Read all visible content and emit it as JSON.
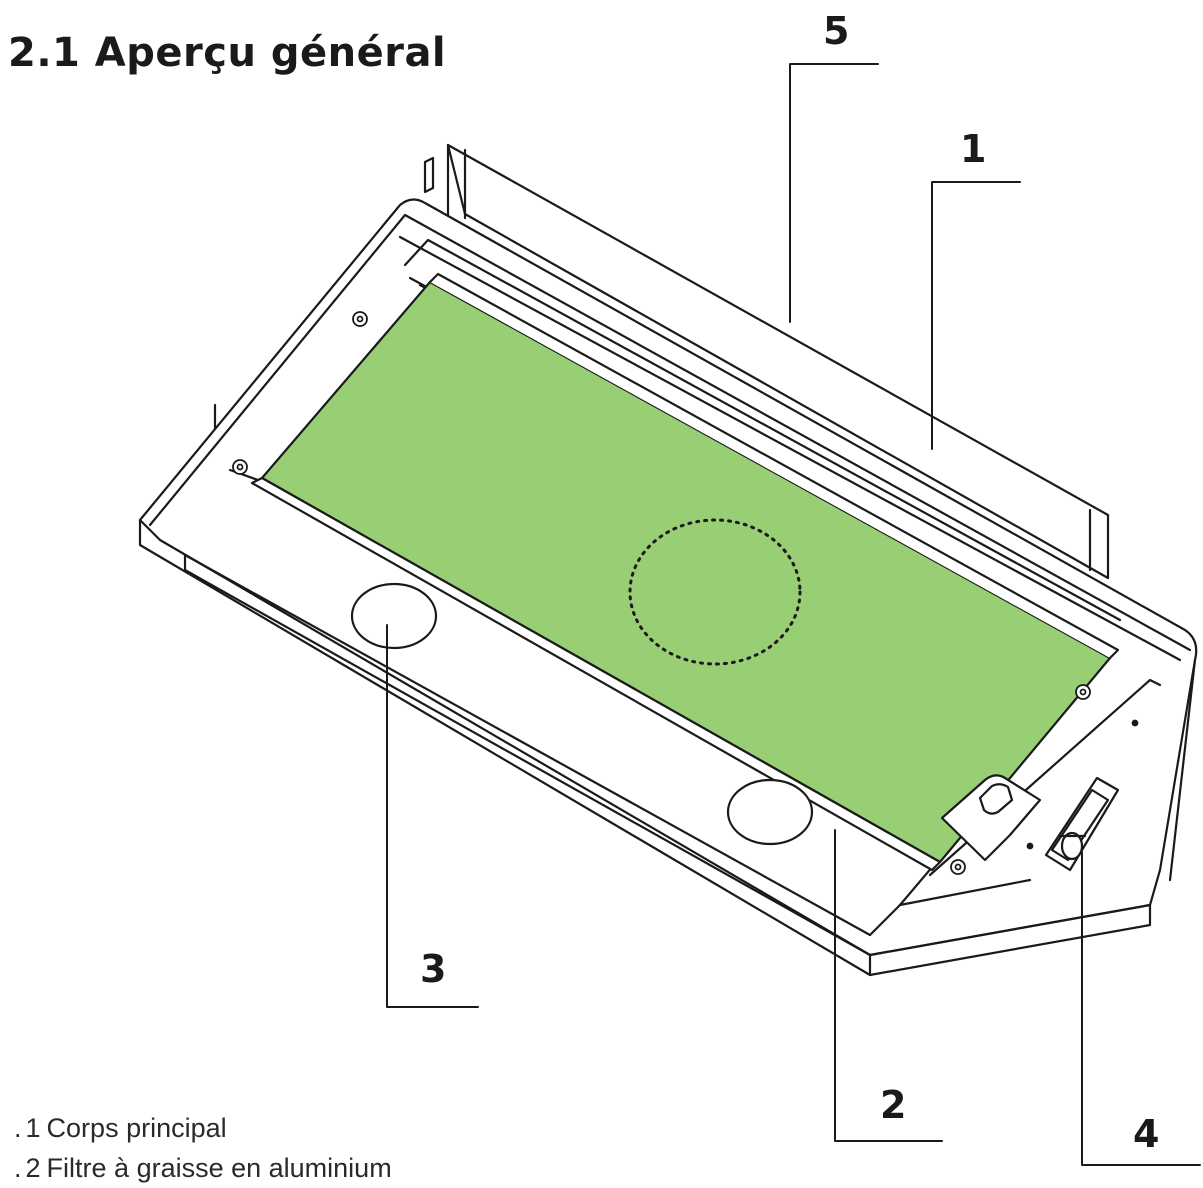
{
  "title": "2.1 Aperçu général",
  "callouts": [
    {
      "label": "5"
    },
    {
      "label": "1"
    },
    {
      "label": "3"
    },
    {
      "label": "2"
    },
    {
      "label": "4"
    }
  ],
  "legend": [
    {
      "prefix": ".",
      "number": "1",
      "text": "Corps principal"
    },
    {
      "prefix": ".",
      "number": "2",
      "text": "Filtre à graisse en aluminium"
    }
  ],
  "colors": {
    "filter": "#98cf75",
    "line": "#1a1a1a",
    "body": "#ffffff"
  }
}
